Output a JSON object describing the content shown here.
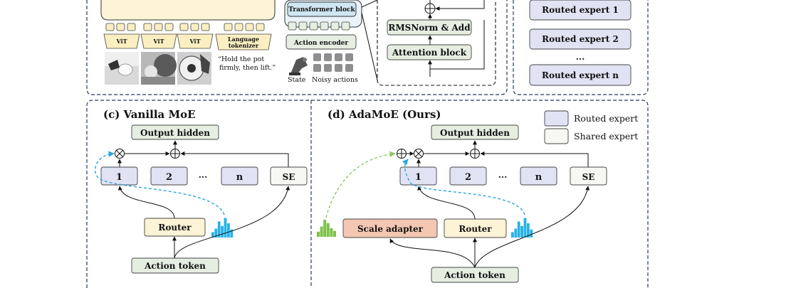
{
  "colors": {
    "routed": "#e2e2f5",
    "shared": "#f8f8f2",
    "router": "#fdf3d6",
    "output": "#e6eee2",
    "scale": "#f3c7b2",
    "vit": "#fbefc1",
    "blue_dash": "#2aa6dc",
    "green_dash": "#8cc864",
    "hist_blue": "#27b2e6",
    "hist_green": "#7ec24b",
    "panel_border": "#26385c"
  },
  "top_left": {
    "vit_labels": [
      "ViT",
      "ViT",
      "ViT"
    ],
    "language_tokenizer": "Language tokenizer",
    "instruction": "“Hold the pot firmly, then lift.”",
    "transformer_block": "Transformer block",
    "action_encoder": "Action encoder",
    "state_label": "State",
    "noisy_actions_label": "Noisy actions"
  },
  "top_middle": {
    "rmsnorm": "RMSNorm & Add",
    "attention": "Attention block"
  },
  "top_right": {
    "experts": [
      "Routed expert 1",
      "Routed expert 2",
      "Routed expert n"
    ],
    "ellipsis": "..."
  },
  "panel_c": {
    "title": "(c) Vanilla MoE",
    "output_hidden": "Output hidden",
    "experts": [
      "1",
      "2",
      "n"
    ],
    "ellipsis": "...",
    "shared": "SE",
    "router": "Router",
    "action_token": "Action token",
    "histogram": [
      6,
      10,
      18,
      13,
      22,
      16,
      9
    ]
  },
  "panel_d": {
    "title": "(d) AdaMoE (Ours)",
    "output_hidden": "Output hidden",
    "experts": [
      "1",
      "2",
      "n"
    ],
    "ellipsis": "...",
    "shared": "SE",
    "router": "Router",
    "scale_adapter": "Scale adapter",
    "action_token": "Action token",
    "histogram_router": [
      6,
      10,
      18,
      13,
      22,
      16,
      9
    ],
    "histogram_scale": [
      6,
      12,
      20,
      16,
      10,
      7
    ],
    "legend_routed": "Routed expert",
    "legend_shared": "Shared expert"
  }
}
